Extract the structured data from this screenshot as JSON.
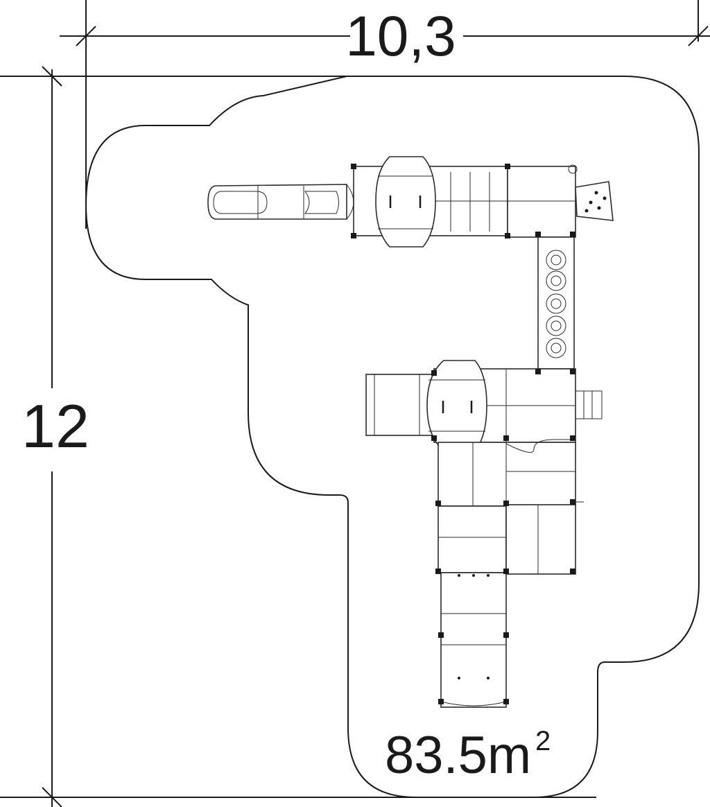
{
  "drawing": {
    "width_label": "10,3",
    "height_label": "12",
    "area_value": "83.5m",
    "area_unit_sup": "2"
  },
  "colors": {
    "line": "#1a1a1a",
    "background": "#ffffff"
  }
}
